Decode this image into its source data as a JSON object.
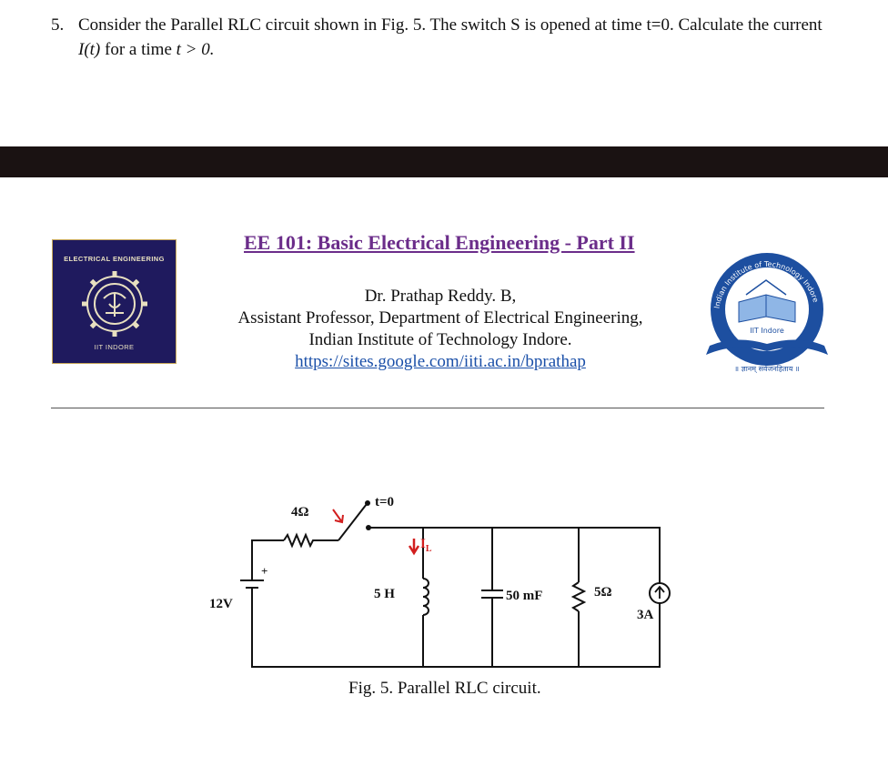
{
  "question": {
    "number": "5.",
    "line1": "Consider the Parallel RLC circuit shown in Fig. 5. The switch S is opened at time t=0.  Calculate the current",
    "line2_italic_a": "I(t)",
    "line2_mid": " for a time ",
    "line2_italic_b": "t > 0."
  },
  "header": {
    "left_logo_top": "ELECTRICAL ENGINEERING",
    "left_logo_bottom": "IIT INDORE",
    "course_title": "EE 101: Basic Electrical Engineering - Part II",
    "author_name": "Dr. Prathap Reddy. B,",
    "author_position": "Assistant Professor, Department of Electrical Engineering,",
    "institute": "Indian Institute of Technology Indore.",
    "url": "https://sites.google.com/iiti.ac.in/bprathap",
    "right_logo_ring": "Indian Institute of Technology Indore",
    "right_logo_center": "IIT Indore",
    "right_logo_motto": "॥ ज्ञानम् सर्वजनहिताय ॥"
  },
  "figure": {
    "resistor_series": "4Ω",
    "switch_time": "t=0",
    "inductor_current": "I",
    "inductor_current_sub": "L",
    "source_voltage": "12V",
    "polarity_plus": "+",
    "inductor": "5 H",
    "capacitor": "50 mF",
    "resistor_parallel": "5Ω",
    "current_source": "3A",
    "caption": "Fig. 5. Parallel RLC circuit."
  },
  "colors": {
    "banner": "#1a1212",
    "title": "#6b2d8a",
    "link": "#1a4fa8",
    "arrow_red": "#d21f1f",
    "logo_left_bg": "#1f1a5e",
    "logo_right_blue": "#1d4fa0"
  }
}
